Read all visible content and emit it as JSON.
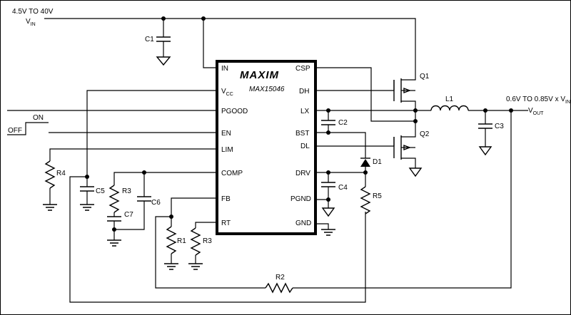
{
  "chip": {
    "brand": "MAXIM",
    "model": "MAX15046",
    "left_pins": {
      "in": "IN",
      "vcc_main": "V",
      "vcc_sub": "CC",
      "pgood": "PGOOD",
      "en": "EN",
      "lim": "LIM",
      "comp": "COMP",
      "fb": "FB",
      "rt": "RT"
    },
    "right_pins": {
      "csp": "CSP",
      "dh": "DH",
      "lx": "LX",
      "bst": "BST",
      "dl": "DL",
      "drv": "DRV",
      "pgnd": "PGND",
      "gnd": "GND"
    }
  },
  "labels": {
    "vin_range": "4.5V TO 40V",
    "vin_main": "V",
    "vin_sub": "IN",
    "on": "ON",
    "off": "OFF",
    "vout_range": "0.6V TO 0.85V x V",
    "vout_range_sub": "IN",
    "vout_main": "V",
    "vout_sub": "OUT"
  },
  "components": {
    "c1": "C1",
    "c2": "C2",
    "c3": "C3",
    "c4": "C4",
    "c5": "C5",
    "c6": "C6",
    "c7": "C7",
    "r1": "R1",
    "r2": "R2",
    "r3a": "R3",
    "r3b": "R3",
    "r4": "R4",
    "r5": "R5",
    "q1": "Q1",
    "q2": "Q2",
    "l1": "L1",
    "d1": "D1"
  }
}
